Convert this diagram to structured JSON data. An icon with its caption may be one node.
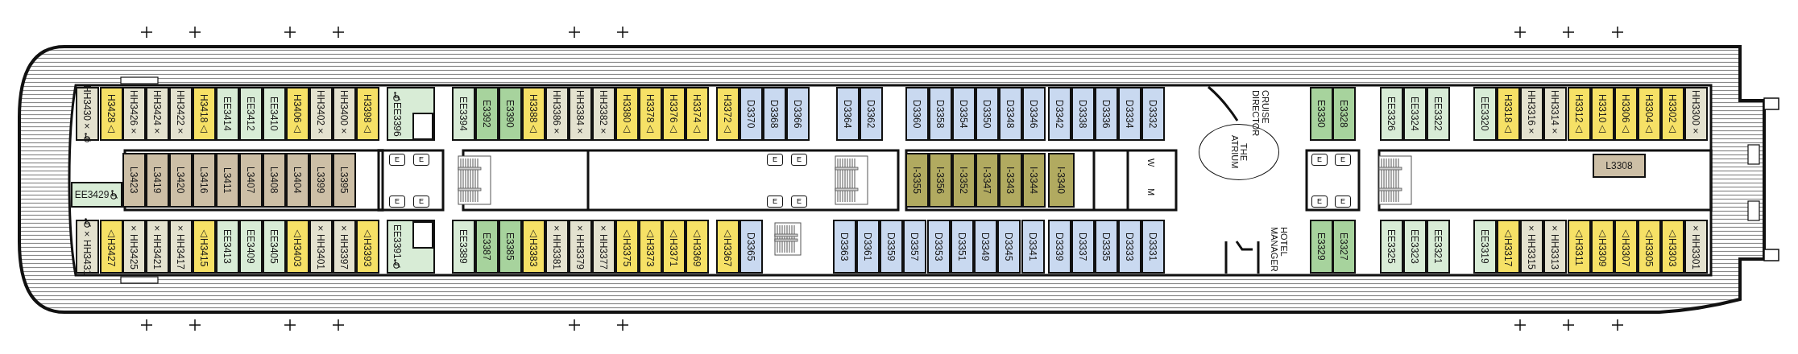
{
  "diagram": {
    "nodes": [
      {
        "text": [
          "HH3430×"
        ]
      },
      {
        "text": [
          "H3428△"
        ]
      },
      {
        "text": [
          "HH3426×"
        ]
      },
      {
        "text": [
          "HH3424×"
        ]
      },
      {
        "text": [
          "HH3422×"
        ]
      },
      {
        "text": [
          "H3418△"
        ]
      },
      {
        "text": [
          "EE3414"
        ]
      },
      {
        "text": [
          "EE3412"
        ]
      },
      {
        "text": [
          "EE3410"
        ]
      },
      {
        "text": [
          "H3406△"
        ]
      },
      {
        "text": [
          "HH3402×"
        ]
      },
      {
        "text": [
          "HH3400×"
        ]
      },
      {
        "text": [
          "H3398△"
        ]
      },
      {
        "text": [
          "EE3396"
        ]
      },
      {
        "text": [
          "EE3394"
        ]
      },
      {
        "text": [
          "E3392"
        ]
      },
      {
        "text": [
          "E3390"
        ]
      },
      {
        "text": [
          "H3388△"
        ]
      },
      {
        "text": [
          "HH3386×"
        ]
      },
      {
        "text": [
          "HH3384×"
        ]
      },
      {
        "text": [
          "HH3382×"
        ]
      },
      {
        "text": [
          "H3380△"
        ]
      },
      {
        "text": [
          "H3378△"
        ]
      },
      {
        "text": [
          "H3376△"
        ]
      },
      {
        "text": [
          "H3374△"
        ]
      },
      {
        "text": [
          "H3372△"
        ]
      },
      {
        "text": [
          "D3370"
        ]
      },
      {
        "text": [
          "D3368"
        ]
      },
      {
        "text": [
          "D3366"
        ]
      },
      {
        "text": [
          "D3364"
        ]
      },
      {
        "text": [
          "D3362"
        ]
      },
      {
        "text": [
          "D3360"
        ]
      },
      {
        "text": [
          "D3358"
        ]
      },
      {
        "text": [
          "D3354"
        ]
      },
      {
        "text": [
          "D3350"
        ]
      },
      {
        "text": [
          "D3348"
        ]
      },
      {
        "text": [
          "D3346"
        ]
      },
      {
        "text": [
          "D3342"
        ]
      },
      {
        "text": [
          "D3338"
        ]
      },
      {
        "text": [
          "D3336"
        ]
      },
      {
        "text": [
          "D3334"
        ]
      },
      {
        "text": [
          "D3332"
        ]
      },
      {
        "text": [
          "E3330"
        ]
      },
      {
        "text": [
          "E3328"
        ]
      },
      {
        "text": [
          "EE3326"
        ]
      },
      {
        "text": [
          "EE3324"
        ]
      },
      {
        "text": [
          "EE3322"
        ]
      },
      {
        "text": [
          "EE3320"
        ]
      },
      {
        "text": [
          "H3318△"
        ]
      },
      {
        "text": [
          "HH3316×"
        ]
      },
      {
        "text": [
          "HH3314×"
        ]
      },
      {
        "text": [
          "H3312△"
        ]
      },
      {
        "text": [
          "H3310△"
        ]
      },
      {
        "text": [
          "H3306△"
        ]
      },
      {
        "text": [
          "H3304△"
        ]
      },
      {
        "text": [
          "H3302△"
        ]
      },
      {
        "text": [
          "HH3300×"
        ]
      },
      {
        "text": [
          "EE3429"
        ]
      },
      {
        "text": [
          "L3423"
        ]
      },
      {
        "text": [
          "L3419"
        ]
      },
      {
        "text": [
          "L3420"
        ]
      },
      {
        "text": [
          "L3416"
        ]
      },
      {
        "text": [
          "L3411"
        ]
      },
      {
        "text": [
          "L3407"
        ]
      },
      {
        "text": [
          "L3408"
        ]
      },
      {
        "text": [
          "L3404"
        ]
      },
      {
        "text": [
          "L3399"
        ]
      },
      {
        "text": [
          "L3395"
        ]
      },
      {
        "text": [
          "I-3355"
        ]
      },
      {
        "text": [
          "I-3356"
        ]
      },
      {
        "text": [
          "I-3352"
        ]
      },
      {
        "text": [
          "I-3347"
        ]
      },
      {
        "text": [
          "I-3343"
        ]
      },
      {
        "text": [
          "I-3344"
        ]
      },
      {
        "text": [
          "I-3340"
        ]
      },
      {
        "text": [
          "L3308"
        ]
      },
      {
        "text": [
          "×HH3431"
        ]
      },
      {
        "text": [
          "△H3427"
        ]
      },
      {
        "text": [
          "×HH3425"
        ]
      },
      {
        "text": [
          "×HH3421"
        ]
      },
      {
        "text": [
          "×HH3417"
        ]
      },
      {
        "text": [
          "△H3415"
        ]
      },
      {
        "text": [
          "EE3413"
        ]
      },
      {
        "text": [
          "EE3409"
        ]
      },
      {
        "text": [
          "EE3405"
        ]
      },
      {
        "text": [
          "△H3403"
        ]
      },
      {
        "text": [
          "×HH3401"
        ]
      },
      {
        "text": [
          "×HH3397"
        ]
      },
      {
        "text": [
          "△H3393"
        ]
      },
      {
        "text": [
          "EE3391"
        ]
      },
      {
        "text": [
          "EE3389"
        ]
      },
      {
        "text": [
          "E3387"
        ]
      },
      {
        "text": [
          "E3385"
        ]
      },
      {
        "text": [
          "△H3383"
        ]
      },
      {
        "text": [
          "×HH3381"
        ]
      },
      {
        "text": [
          "×HH3379"
        ]
      },
      {
        "text": [
          "×HH3377"
        ]
      },
      {
        "text": [
          "△H3375"
        ]
      },
      {
        "text": [
          "△H3373"
        ]
      },
      {
        "text": [
          "△H3371"
        ]
      },
      {
        "text": [
          "△H3369"
        ]
      },
      {
        "text": [
          "△H3367"
        ]
      },
      {
        "text": [
          "D3365"
        ]
      },
      {
        "text": [
          "D3363"
        ]
      },
      {
        "text": [
          "D3361"
        ]
      },
      {
        "text": [
          "D3359"
        ]
      },
      {
        "text": [
          "D3357"
        ]
      },
      {
        "text": [
          "D3353"
        ]
      },
      {
        "text": [
          "D3351"
        ]
      },
      {
        "text": [
          "D3349"
        ]
      },
      {
        "text": [
          "D3345"
        ]
      },
      {
        "text": [
          "D3341"
        ]
      },
      {
        "text": [
          "D3339"
        ]
      },
      {
        "text": [
          "D3337"
        ]
      },
      {
        "text": [
          "D3335"
        ]
      },
      {
        "text": [
          "D3333"
        ]
      },
      {
        "text": [
          "D3331"
        ]
      },
      {
        "text": [
          "E3329"
        ]
      },
      {
        "text": [
          "E3327"
        ]
      },
      {
        "text": [
          "EE3325"
        ]
      },
      {
        "text": [
          "EE3323"
        ]
      },
      {
        "text": [
          "EE3321"
        ]
      },
      {
        "text": [
          "EE3319"
        ]
      },
      {
        "text": [
          "△H3317"
        ]
      },
      {
        "text": [
          "×HH3315"
        ]
      },
      {
        "text": [
          "×HH3313"
        ]
      },
      {
        "text": [
          "△H3311"
        ]
      },
      {
        "text": [
          "△H3309"
        ]
      },
      {
        "text": [
          "△H3307"
        ]
      },
      {
        "text": [
          "△H3305"
        ]
      },
      {
        "text": [
          "△H3303"
        ]
      },
      {
        "text": [
          "×HH3301"
        ]
      },
      {
        "text": [
          "THE ATRIUM"
        ]
      },
      {
        "text": [
          "E"
        ]
      },
      {
        "text": [
          "E"
        ]
      },
      {
        "text": [
          "E"
        ]
      },
      {
        "text": [
          "E"
        ]
      },
      {
        "text": [
          "E"
        ]
      },
      {
        "text": [
          "E"
        ]
      },
      {
        "text": [
          "E"
        ]
      },
      {
        "text": [
          "E"
        ]
      },
      {
        "text": [
          "E"
        ]
      },
      {
        "text": [
          "E"
        ]
      },
      {
        "text": [
          "E"
        ]
      },
      {
        "text": [
          "E"
        ]
      }
    ],
    "labels": [
      "CRUISE DIRECTOR",
      "W",
      "M",
      "HOTEL MANAGER"
    ]
  }
}
